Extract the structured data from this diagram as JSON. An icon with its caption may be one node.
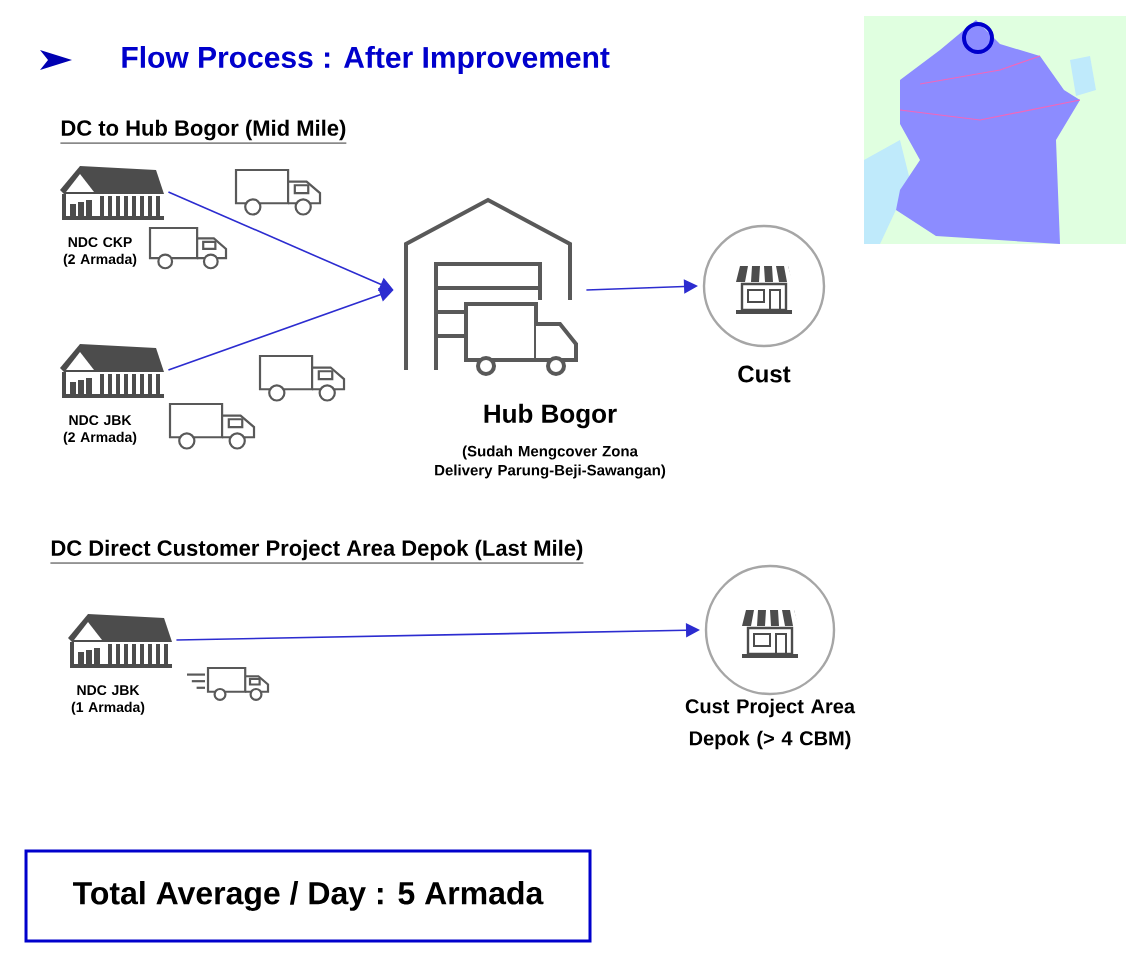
{
  "diagram": {
    "title": "Flow Process : After Improvement",
    "nodes": [
      {
        "text": [
          "NDC CKP (2 Armada)"
        ]
      },
      {
        "text": [
          "NDC JBK (2 Armada)"
        ]
      },
      {
        "text": [
          "Hub Bogor",
          "(Sudah Mengcover Zona Delivery Parung-Beji-Sawangan)"
        ]
      },
      {
        "text": [
          "Cust"
        ]
      },
      {
        "text": [
          "NDC JBK (1 Armada)"
        ]
      },
      {
        "text": [
          "Cust Project Area Depok (> 4 CBM)"
        ]
      },
      {
        "text": [
          "Total Average / Day : 5 Armada"
        ]
      }
    ],
    "edges": [
      {
        "from": 0,
        "to": 2,
        "arrow": "to"
      },
      {
        "from": 1,
        "to": 2,
        "arrow": "to"
      },
      {
        "from": 2,
        "to": 3,
        "arrow": "to"
      },
      {
        "from": 4,
        "to": 5,
        "arrow": "to"
      }
    ],
    "labels": [
      "DC to Hub Bogor (Mid Mile)",
      "DC Direct Customer Project Area Depok (Last Mile)"
    ]
  }
}
